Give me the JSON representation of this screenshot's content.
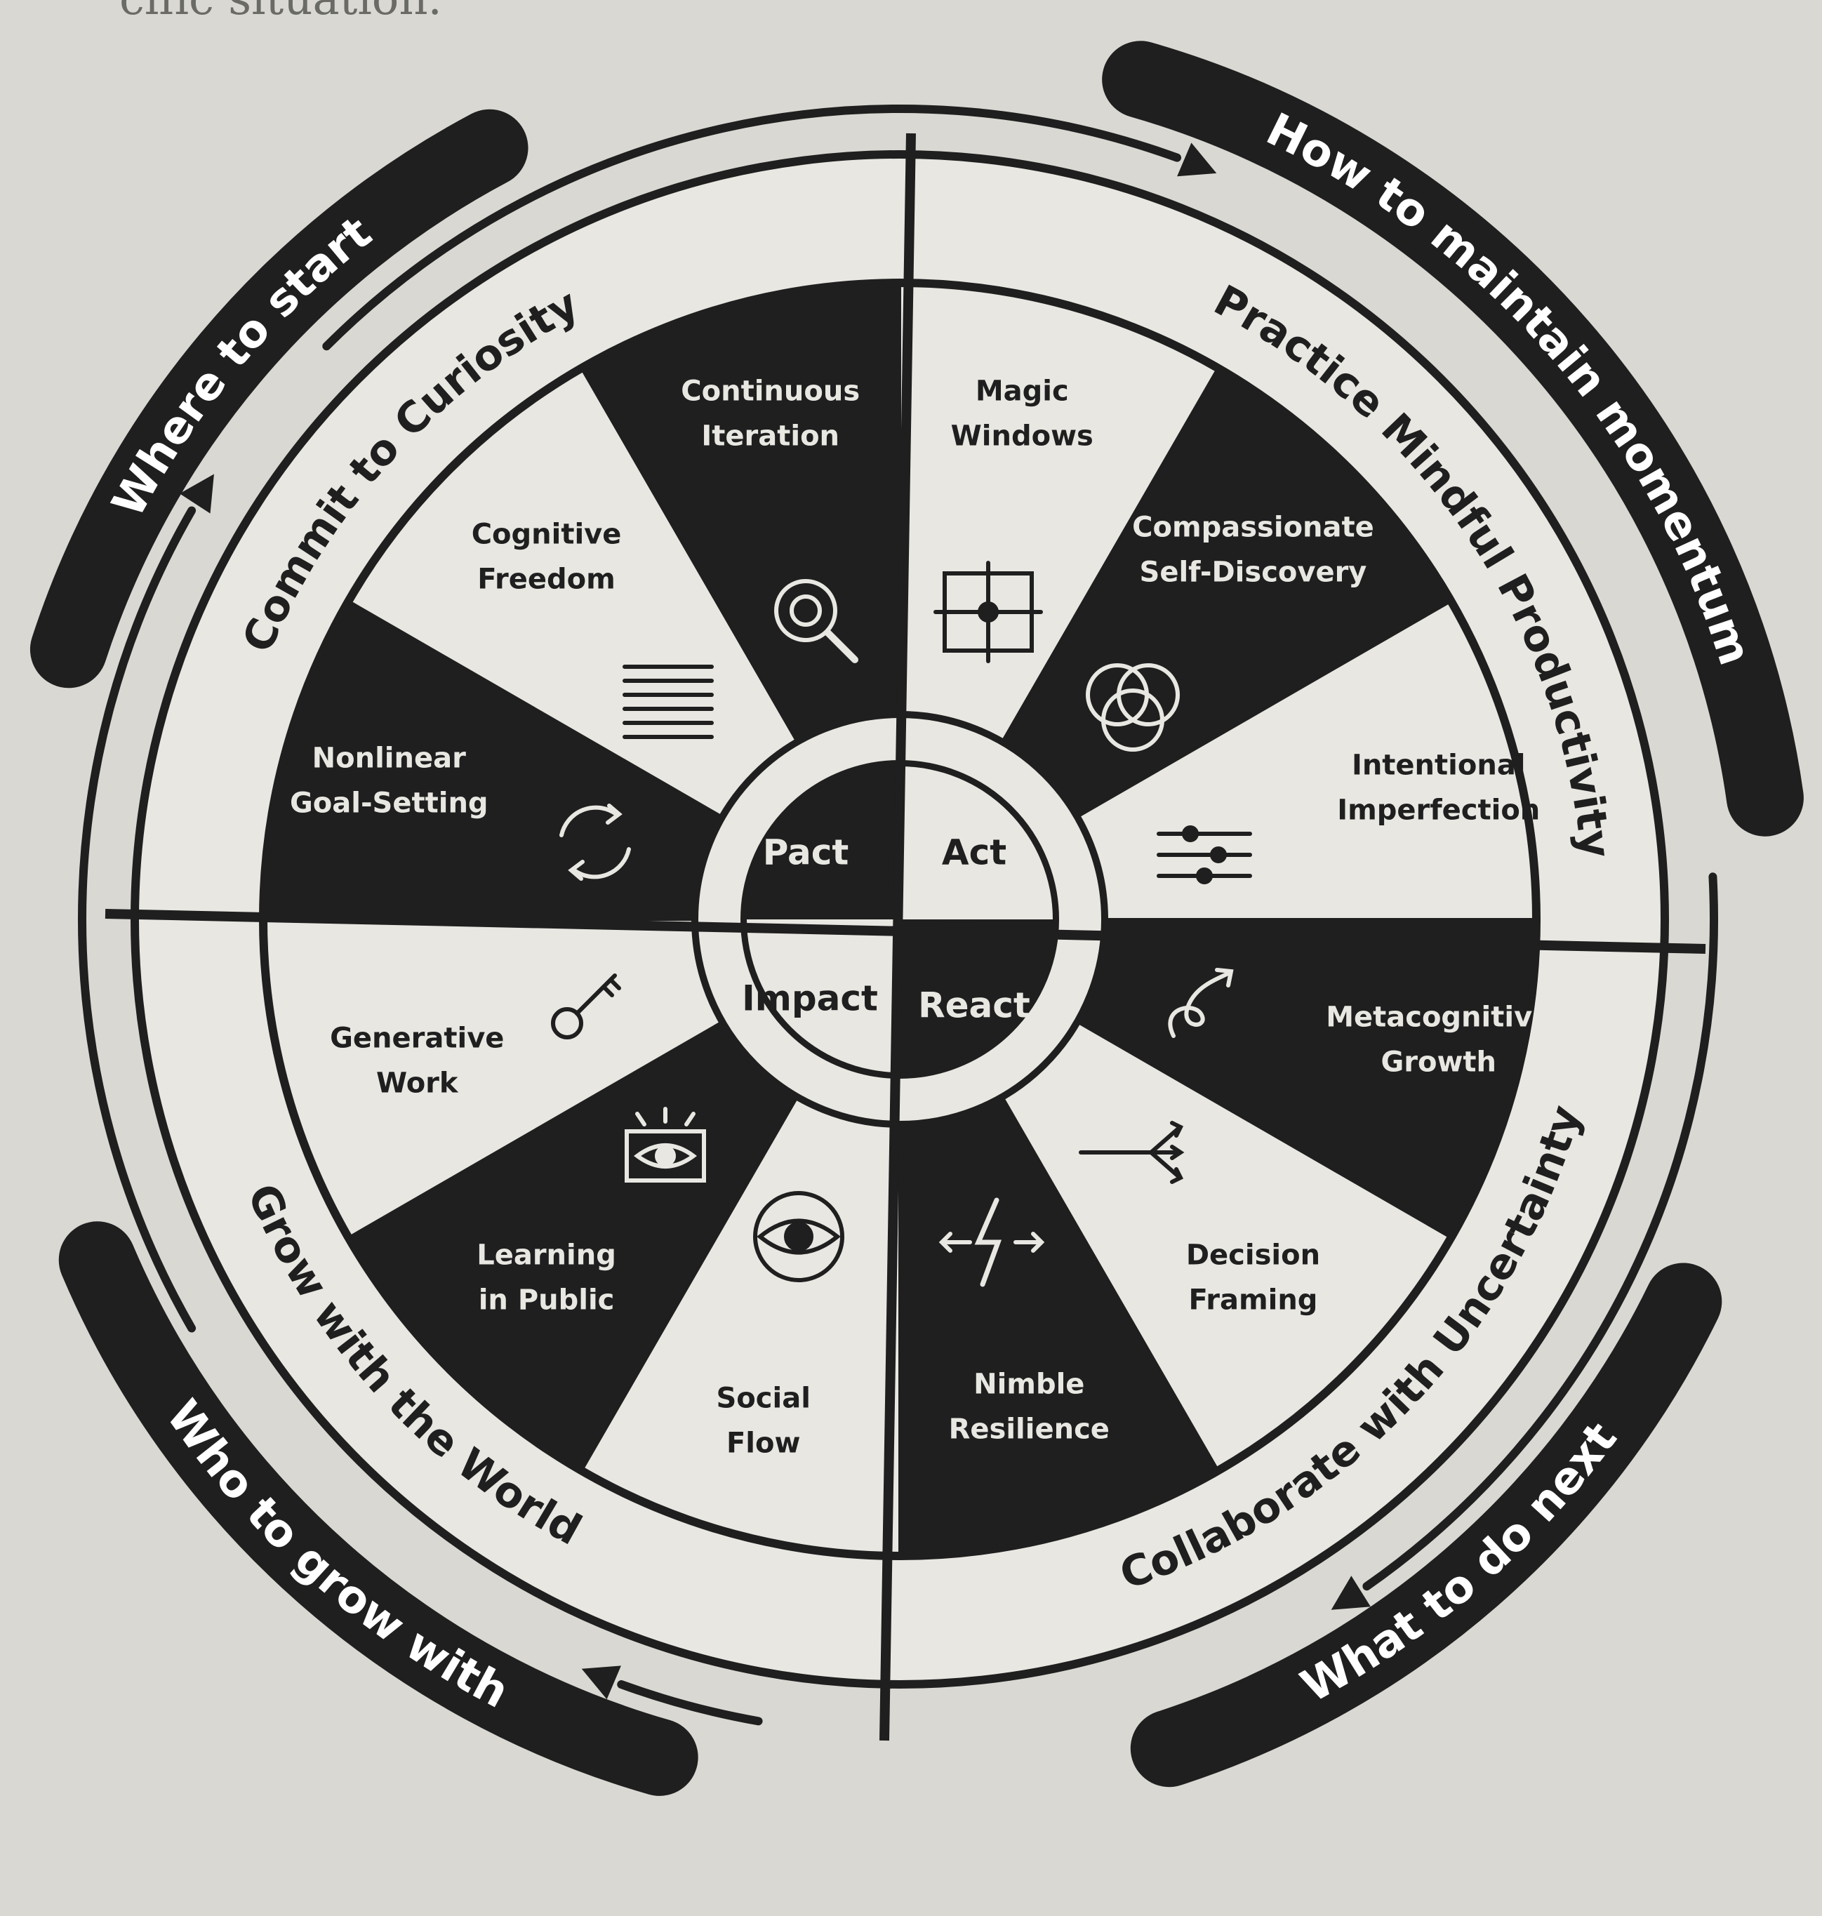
{
  "page": {
    "top_caption": "cific situation."
  },
  "diagram": {
    "center": [
      {
        "label": "Pact",
        "fill": "dark"
      },
      {
        "label": "Act",
        "fill": "light"
      },
      {
        "label": "React",
        "fill": "dark"
      },
      {
        "label": "Impact",
        "fill": "light"
      }
    ],
    "segments": [
      {
        "lines": [
          "Magic",
          "Windows"
        ],
        "icon": "window-crosshair-icon",
        "fill": "light"
      },
      {
        "lines": [
          "Compassionate",
          "Self-Discovery"
        ],
        "icon": "venn-circles-icon",
        "fill": "dark"
      },
      {
        "lines": [
          "Intentional",
          "Imperfection"
        ],
        "icon": "sliders-icon",
        "fill": "light"
      },
      {
        "lines": [
          "Metacognitive",
          "Growth"
        ],
        "icon": "growth-loop-arrow-icon",
        "fill": "dark"
      },
      {
        "lines": [
          "Decision",
          "Framing"
        ],
        "icon": "branching-arrows-icon",
        "fill": "light"
      },
      {
        "lines": [
          "Nimble",
          "Resilience"
        ],
        "icon": "lightning-arrows-icon",
        "fill": "dark"
      },
      {
        "lines": [
          "Social",
          "Flow"
        ],
        "icon": "eye-question-icon",
        "fill": "light"
      },
      {
        "lines": [
          "Learning",
          "in Public"
        ],
        "icon": "eye-frame-icon",
        "fill": "dark"
      },
      {
        "lines": [
          "Generative",
          "Work"
        ],
        "icon": "key-icon",
        "fill": "light"
      },
      {
        "lines": [
          "Nonlinear",
          "Goal-Setting"
        ],
        "icon": "cycle-question-icon",
        "fill": "dark"
      },
      {
        "lines": [
          "Cognitive",
          "Freedom"
        ],
        "icon": "text-lines-icon",
        "fill": "light"
      },
      {
        "lines": [
          "Continuous",
          "Iteration"
        ],
        "icon": "magnifier-icon",
        "fill": "dark"
      }
    ],
    "bands": [
      "Practice Mindful Productivity",
      "Collaborate with Uncertainty",
      "Grow with the World",
      "Commit to Curiosity"
    ],
    "outer_labels": [
      "How to maintain momentum",
      "What to do next",
      "Who to grow with",
      "Where to start"
    ],
    "colors": {
      "ink": "#1f1f1f",
      "paper": "#e8e7e2",
      "background": "#d9d8d3"
    }
  }
}
